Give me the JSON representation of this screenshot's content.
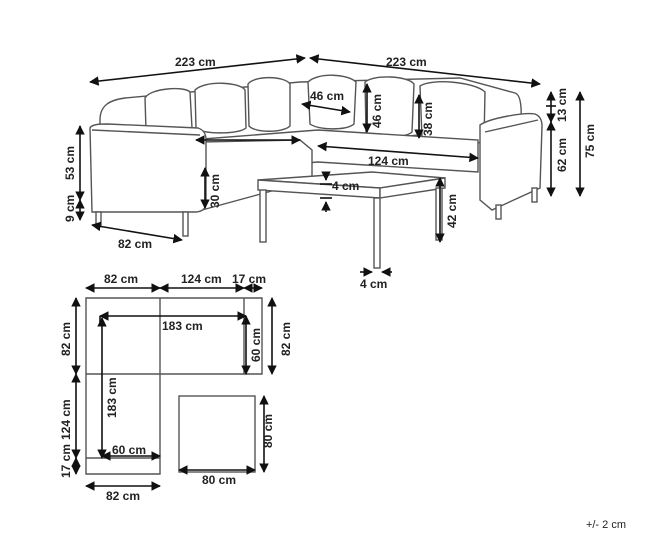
{
  "labels": {
    "sofa_left_width": "223 cm",
    "sofa_right_width": "223 cm",
    "back_cushion_depth": "46 cm",
    "back_cushion_height": "46 cm",
    "side_cushion_height": "38 cm",
    "back_height": "13 cm",
    "seat_height_total": "62 cm",
    "total_height": "75 cm",
    "arm_height": "53 cm",
    "leg_height": "9 cm",
    "seat_cushion_height": "30 cm",
    "arm_width": "82 cm",
    "seat_span": "124 cm",
    "table_top": "4 cm",
    "table_height": "42 cm",
    "table_leg": "4 cm",
    "plan_top_left": "82 cm",
    "plan_top_mid": "124 cm",
    "plan_top_right": "17 cm",
    "plan_left_top": "82 cm",
    "plan_left_mid": "124 cm",
    "plan_left_bottom": "17 cm",
    "plan_inner_width": "183 cm",
    "plan_inner_height": "183 cm",
    "plan_inner_depth_right": "60 cm",
    "plan_right_depth": "82 cm",
    "plan_inner_bottom": "60 cm",
    "plan_bottom_width": "82 cm",
    "table_plan_width": "80 cm",
    "table_plan_depth": "80 cm"
  },
  "tolerance": "+/- 2 cm"
}
